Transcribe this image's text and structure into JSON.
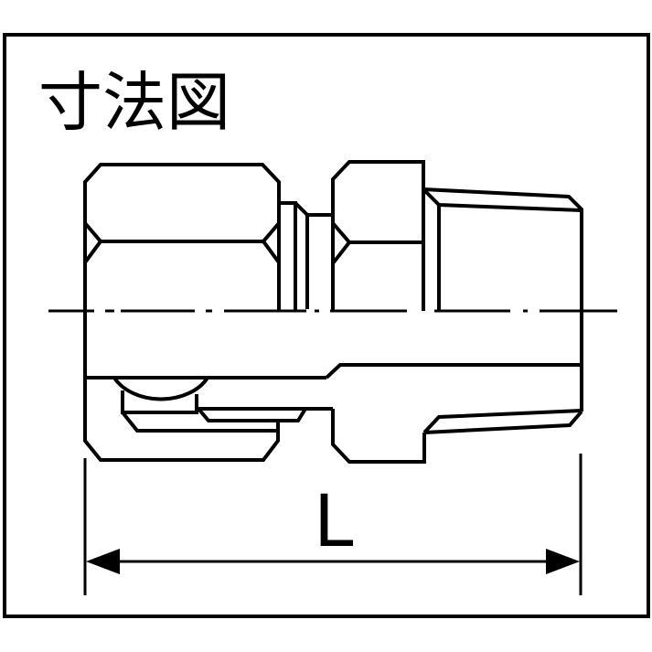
{
  "diagram": {
    "title": "寸法図",
    "dimension_label": "L",
    "subject": "straight male connector fitting (cross-section)",
    "colors": {
      "line": "#000000",
      "background": "#ffffff"
    }
  }
}
